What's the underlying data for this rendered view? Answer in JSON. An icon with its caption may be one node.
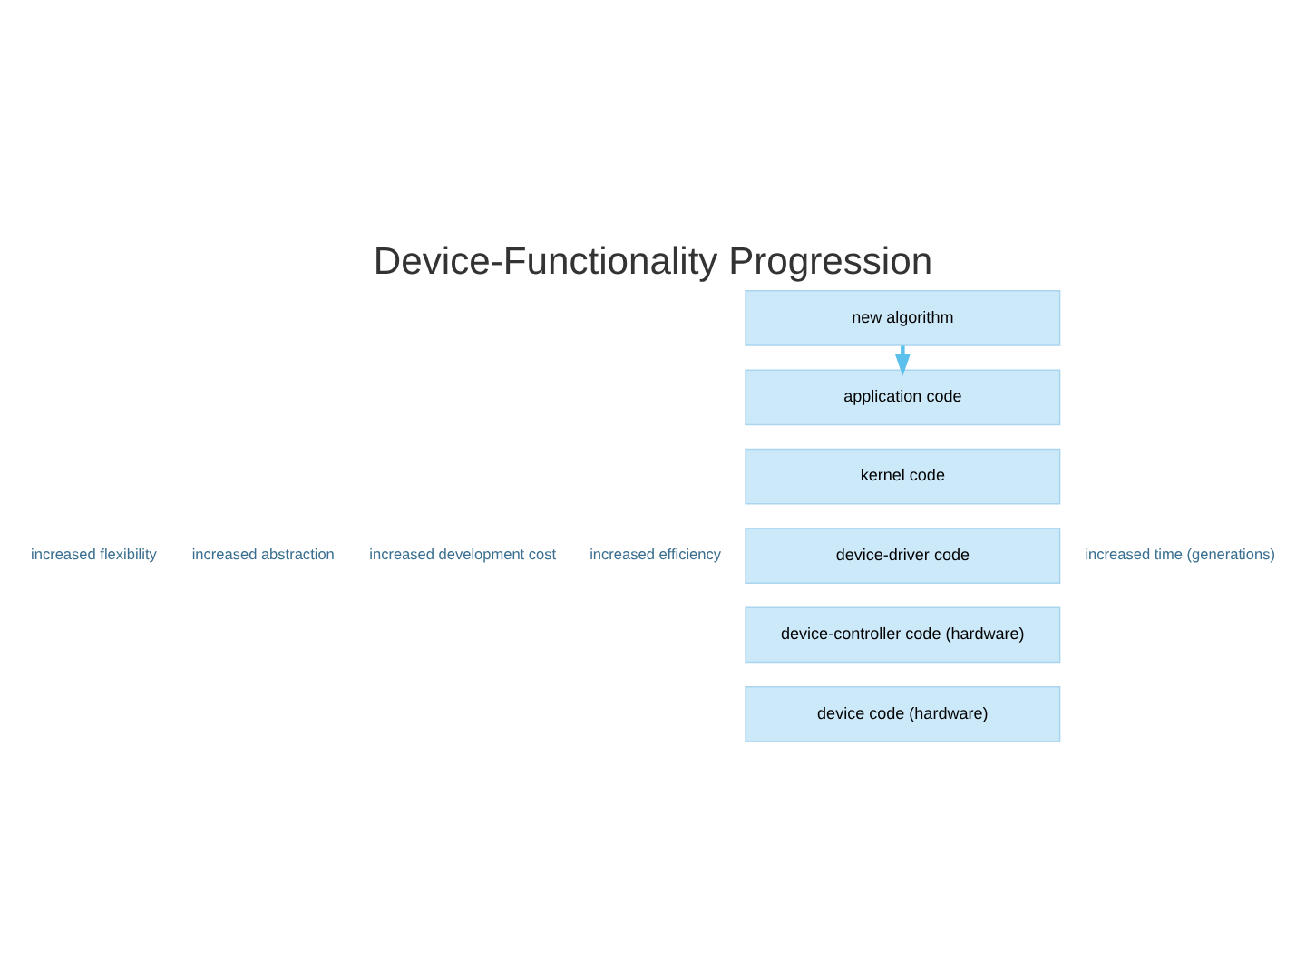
{
  "diagram": {
    "title": "Device-Functionality Progression",
    "nodes": [
      {
        "text": [
          "new algorithm"
        ]
      },
      {
        "text": [
          "application code"
        ]
      },
      {
        "text": [
          "kernel code"
        ]
      },
      {
        "text": [
          "device-driver code"
        ]
      },
      {
        "text": [
          "device-controller code (hardware)"
        ]
      },
      {
        "text": [
          "device code (hardware)"
        ]
      }
    ],
    "edges": [
      {
        "from": 0,
        "to": 1,
        "arrow": "to"
      }
    ],
    "labels": [
      "increased flexibility",
      "increased abstraction",
      "increased development cost",
      "increased efficiency",
      "increased time (generations)"
    ]
  }
}
